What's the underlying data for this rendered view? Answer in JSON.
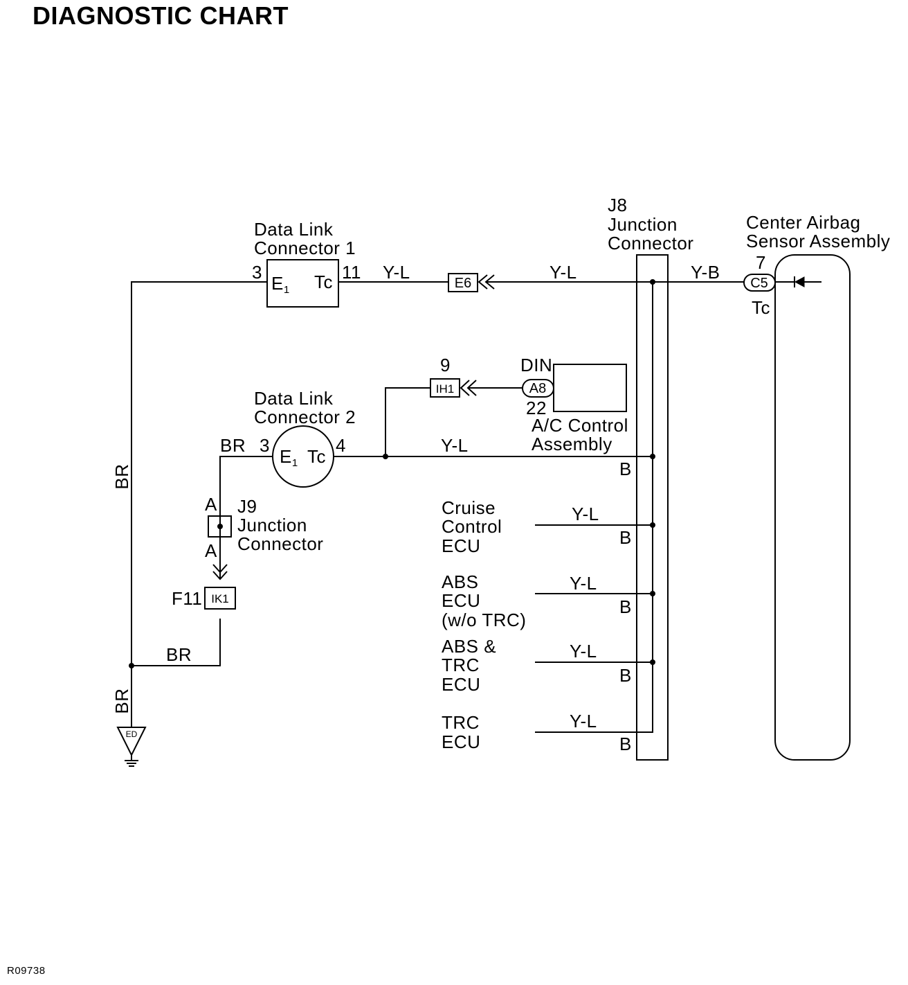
{
  "title": "DIAGNOSTIC CHART",
  "figure_code": "R09738",
  "dlc1": {
    "name_line1": "Data Link",
    "name_line2": "Connector 1",
    "terminal_e": "E",
    "terminal_e_sub": "1",
    "terminal_tc": "Tc",
    "pin_e": "3",
    "pin_tc": "11"
  },
  "dlc2": {
    "name_line1": "Data Link",
    "name_line2": "Connector 2",
    "terminal_e": "E",
    "terminal_e_sub": "1",
    "terminal_tc": "Tc",
    "pin_e": "3",
    "pin_tc": "4"
  },
  "connectors": {
    "e6": "E6",
    "ih1": "IH1",
    "ih1_pin": "9",
    "ik1": "IK1",
    "ik1_location": "F11",
    "a8": "A8",
    "c5": "C5",
    "c5_pin": "7",
    "c5_terminal": "Tc"
  },
  "j8": {
    "name_line1": "J8",
    "name_line2": "Junction",
    "name_line3": "Connector",
    "pin_dlc2": "B"
  },
  "j9": {
    "name_line1": "J9",
    "name_line2": "Junction",
    "name_line3": "Connector",
    "pin_in": "A",
    "pin_out": "A"
  },
  "ac_control": {
    "name_line1": "A/C Control",
    "name_line2": "Assembly",
    "pin_din": "DIN",
    "pin_number": "22"
  },
  "airbag_sensor": {
    "name_line1": "Center Airbag",
    "name_line2": "Sensor Assembly"
  },
  "ground": {
    "label": "ED"
  },
  "wire_colors": {
    "dlc1_to_e6": "Y-L",
    "e6_to_j8": "Y-L",
    "j8_to_c5": "Y-B",
    "dlc2_to_j8": "Y-L",
    "dlc2_to_j9": "BR",
    "ik1_to_ground": "BR",
    "dlc1_e_to_ground": "BR",
    "ground_lead": "BR"
  },
  "ecus": [
    {
      "name_lines": [
        "Cruise",
        "Control",
        "ECU"
      ],
      "wire_color": "Y-L",
      "j8_pin": "B"
    },
    {
      "name_lines": [
        "ABS",
        "ECU",
        "(w/o TRC)"
      ],
      "wire_color": "Y-L",
      "j8_pin": "B"
    },
    {
      "name_lines": [
        "ABS &",
        "TRC",
        "ECU"
      ],
      "wire_color": "Y-L",
      "j8_pin": "B"
    },
    {
      "name_lines": [
        "TRC",
        "ECU"
      ],
      "wire_color": "Y-L",
      "j8_pin": "B"
    }
  ]
}
